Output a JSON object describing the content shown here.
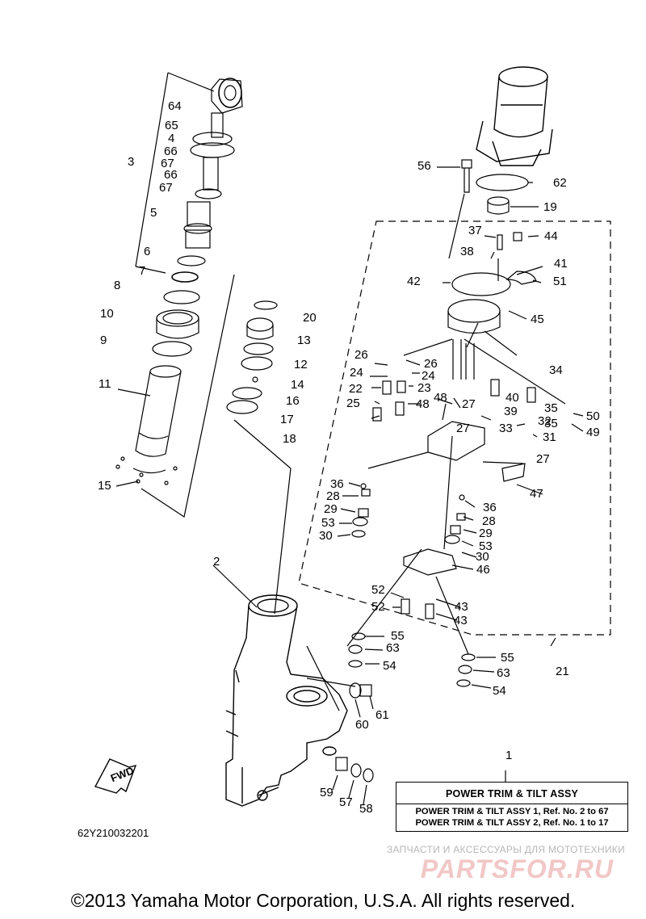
{
  "diagram": {
    "drawing_code": "62Y210032201",
    "fwd_label": "FWD",
    "callouts": [
      "64",
      "65",
      "4",
      "66",
      "3",
      "67",
      "66",
      "67",
      "5",
      "6",
      "7",
      "8",
      "10",
      "9",
      "11",
      "15",
      "20",
      "13",
      "12",
      "14",
      "16",
      "17",
      "18",
      "2",
      "56",
      "62",
      "19",
      "37",
      "44",
      "38",
      "41",
      "42",
      "51",
      "45",
      "26",
      "26",
      "24",
      "24",
      "22",
      "23",
      "25",
      "48",
      "48",
      "27",
      "27",
      "40",
      "34",
      "39",
      "35",
      "32",
      "50",
      "33",
      "35",
      "49",
      "31",
      "27",
      "47",
      "36",
      "28",
      "29",
      "53",
      "30",
      "36",
      "28",
      "29",
      "53",
      "30",
      "46",
      "52",
      "43",
      "52",
      "43",
      "55",
      "63",
      "54",
      "55",
      "63",
      "54",
      "21",
      "59",
      "57",
      "58",
      "60",
      "61",
      "1"
    ]
  },
  "info_box": {
    "title": "POWER TRIM & TILT ASSY",
    "line1": "POWER TRIM & TILT ASSY 1, Ref. No. 2 to 67",
    "line2": "POWER TRIM & TILT ASSY 2, Ref. No. 1 to 17"
  },
  "watermark": {
    "line": "ЗАПЧАСТИ И АКСЕССУАРЫ ДЛЯ МОТОТЕХНИКИ",
    "logo": "PARTSFOR.RU"
  },
  "copyright": "©2013 Yamaha Motor Corporation, U.S.A. All rights reserved."
}
